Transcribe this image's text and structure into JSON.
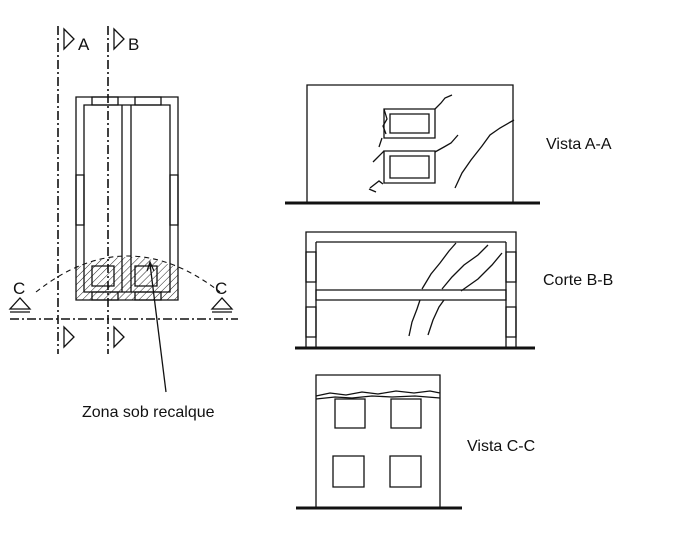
{
  "labels": {
    "section_a": "A",
    "section_b": "B",
    "section_c_left": "C",
    "section_c_right": "C",
    "vista_aa": "Vista A-A",
    "corte_bb": "Corte B-B",
    "vista_cc": "Vista C-C",
    "zona": "Zona sob recalque"
  },
  "colors": {
    "line": "#111111",
    "background": "#ffffff"
  }
}
